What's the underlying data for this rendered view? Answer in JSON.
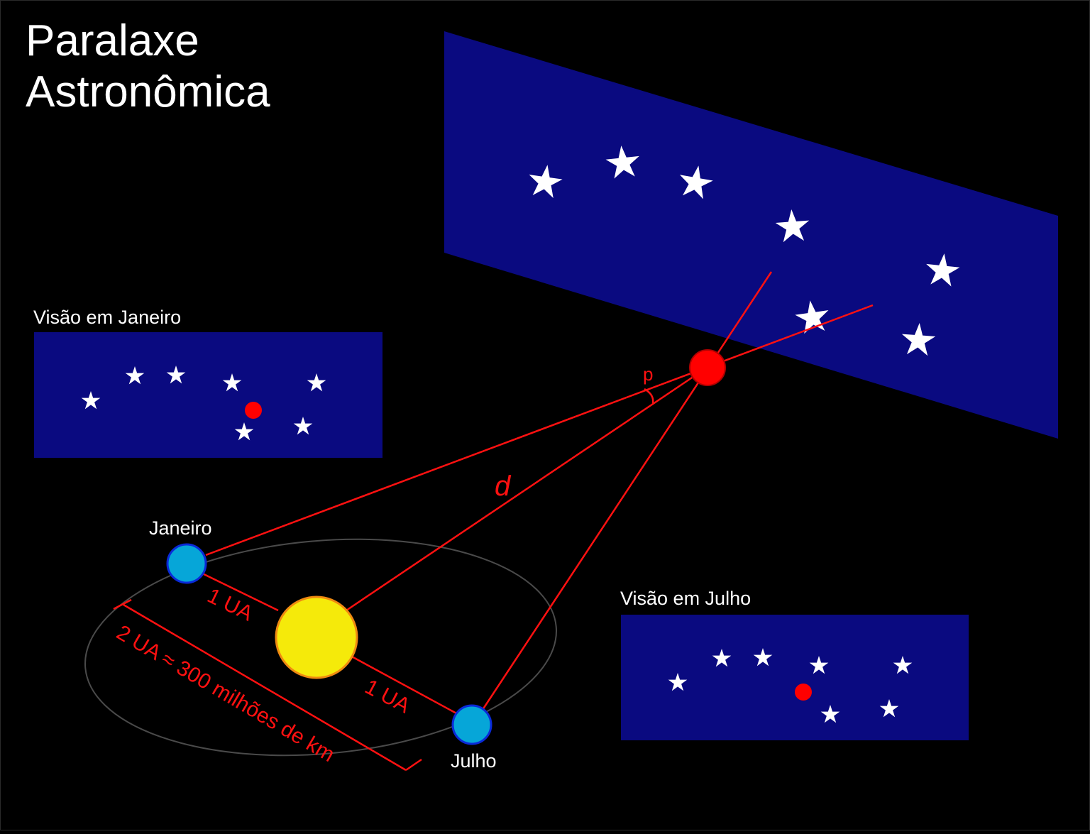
{
  "title_line1": "Paralaxe",
  "title_line2": "Astronômica",
  "view_january_label": "Visão em Janeiro",
  "view_july_label": "Visão em Julho",
  "january_label": "Janeiro",
  "july_label": "Julho",
  "distance_label": "d",
  "parallax_label": "p",
  "au_label_top": "1 UA",
  "au_label_bottom": "1 UA",
  "two_au_label": "2 UA ≈ 300 milhões de km",
  "colors": {
    "background": "#000000",
    "sky_panel": "#0a0a80",
    "line": "#ff1111",
    "star_red": "#ff0000",
    "earth": "#06a6d8",
    "earth_outline": "#0a2ad8",
    "sun": "#f5ea0a",
    "sun_outline": "#f08a10",
    "orbit": "#4a4a4a",
    "star_white": "#ffffff"
  },
  "icons": {
    "background_star": "white-five-point-star",
    "near_star": "red-circle-star",
    "earth": "blue-circle-planet",
    "sun": "yellow-circle-sun"
  }
}
